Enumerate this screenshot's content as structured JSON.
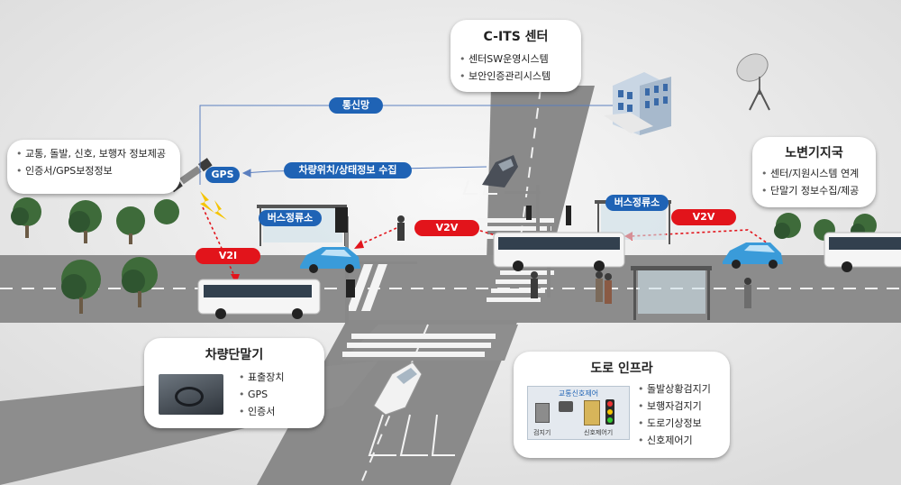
{
  "cits_center": {
    "title": "C-ITS 센터",
    "items": [
      "센터SW운영시스템",
      "보안인증관리시스템"
    ]
  },
  "info_bubble": {
    "items": [
      "교통, 돌발, 신호, 보행자 정보제공",
      "인증서/GPS보정정보"
    ]
  },
  "roadside_station": {
    "title": "노변기지국",
    "items": [
      "센터/지원시스템 연계",
      "단말기 정보수집/제공"
    ]
  },
  "vehicle_terminal": {
    "title": "차량단말기",
    "items": [
      "표출장치",
      "GPS",
      "인증서"
    ]
  },
  "road_infra": {
    "title": "도로 인프라",
    "items": [
      "돌발상황검지기",
      "보행자검지기",
      "도로기상정보",
      "신호제어기"
    ],
    "panel_title": "교통신호제어",
    "panel_labels": [
      "검지기",
      "신호제어기"
    ]
  },
  "labels": {
    "network": "통신망",
    "gps": "GPS",
    "collect": "차량위치/상태정보 수집",
    "bus_stop": "버스정류소",
    "v2i": "V2I",
    "v2v": "V2V"
  },
  "colors": {
    "blue_pill": "#1f63b5",
    "red_pill": "#e2141b",
    "road": "#8c8c8c",
    "car": "#3a9bd9"
  }
}
